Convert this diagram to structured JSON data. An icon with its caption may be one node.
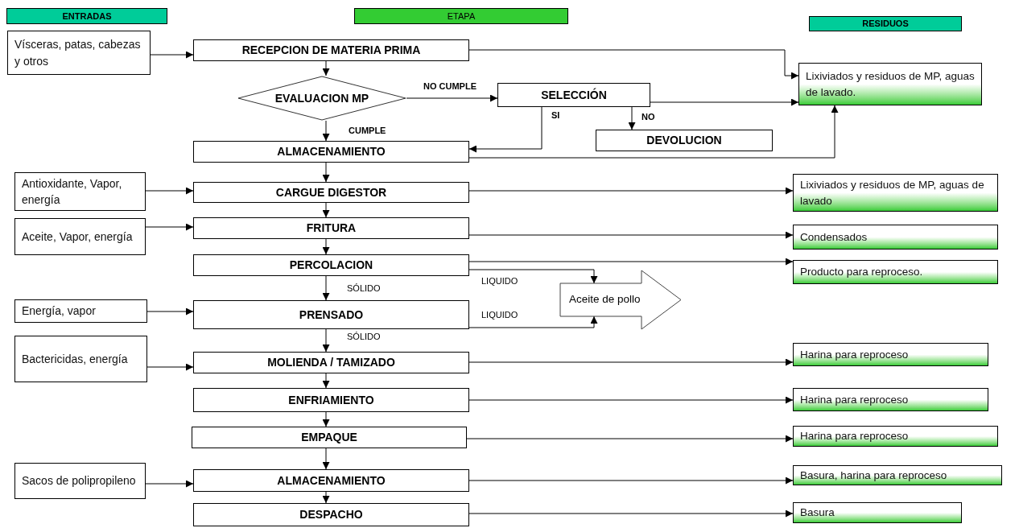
{
  "diagram": {
    "nodes": [
      {
        "text": [
          "ENTRADAS"
        ]
      },
      {
        "text": [
          "ETAPA"
        ]
      },
      {
        "text": [
          "RESIDUOS"
        ]
      },
      {
        "text": [
          "Vísceras, patas, cabezas y otros"
        ]
      },
      {
        "text": [
          "RECEPCION DE MATERIA PRIMA"
        ]
      },
      {
        "text": [
          "EVALUACION MP"
        ]
      },
      {
        "text": [
          "SELECCIÓN"
        ]
      },
      {
        "text": [
          "DEVOLUCION"
        ]
      },
      {
        "text": [
          "ALMACENAMIENTO"
        ]
      },
      {
        "text": [
          "Lixiviados y residuos de MP, aguas de lavado."
        ]
      },
      {
        "text": [
          "Antioxidante, Vapor, energía"
        ]
      },
      {
        "text": [
          "CARGUE DIGESTOR"
        ]
      },
      {
        "text": [
          "Lixiviados y residuos de MP, aguas de lavado"
        ]
      },
      {
        "text": [
          "Aceite, Vapor, energía"
        ]
      },
      {
        "text": [
          "FRITURA"
        ]
      },
      {
        "text": [
          "Condensados"
        ]
      },
      {
        "text": [
          "PERCOLACION"
        ]
      },
      {
        "text": [
          "Producto para reproceso."
        ]
      },
      {
        "text": [
          "Aceite de pollo"
        ]
      },
      {
        "text": [
          "Energía, vapor"
        ]
      },
      {
        "text": [
          "PRENSADO"
        ]
      },
      {
        "text": [
          "Bactericidas, energía"
        ]
      },
      {
        "text": [
          "MOLIENDA / TAMIZADO"
        ]
      },
      {
        "text": [
          "Harina para reproceso"
        ]
      },
      {
        "text": [
          "ENFRIAMIENTO"
        ]
      },
      {
        "text": [
          "Harina para reproceso"
        ]
      },
      {
        "text": [
          "EMPAQUE"
        ]
      },
      {
        "text": [
          "Harina para reproceso"
        ]
      },
      {
        "text": [
          "Sacos de polipropileno"
        ]
      },
      {
        "text": [
          "ALMACENAMIENTO"
        ]
      },
      {
        "text": [
          "Basura, harina para reproceso"
        ]
      },
      {
        "text": [
          "DESPACHO"
        ]
      },
      {
        "text": [
          "Basura"
        ]
      }
    ],
    "edges": [
      {
        "from": 3,
        "to": 4,
        "arrow": "to"
      },
      {
        "from": 4,
        "to": 5,
        "arrow": "to"
      },
      {
        "from": 5,
        "to": 6,
        "arrow": "to",
        "label": "NO CUMPLE"
      },
      {
        "from": 5,
        "to": 8,
        "arrow": "to",
        "label": "CUMPLE"
      },
      {
        "from": 6,
        "to": 7,
        "arrow": "to",
        "label": "NO"
      },
      {
        "from": 6,
        "to": 8,
        "arrow": "to",
        "label": "SI"
      },
      {
        "from": 4,
        "to": 9,
        "arrow": "to"
      },
      {
        "from": 6,
        "to": 9,
        "arrow": "to"
      },
      {
        "from": 8,
        "to": 9,
        "arrow": "to"
      },
      {
        "from": 10,
        "to": 11,
        "arrow": "to"
      },
      {
        "from": 8,
        "to": 11,
        "arrow": "to"
      },
      {
        "from": 11,
        "to": 12,
        "arrow": "to"
      },
      {
        "from": 11,
        "to": 14,
        "arrow": "to"
      },
      {
        "from": 13,
        "to": 14,
        "arrow": "to"
      },
      {
        "from": 14,
        "to": 15,
        "arrow": "to"
      },
      {
        "from": 14,
        "to": 16,
        "arrow": "to"
      },
      {
        "from": 16,
        "to": 17,
        "arrow": "to"
      },
      {
        "from": 16,
        "to": 18,
        "arrow": "to",
        "label": "LIQUIDO"
      },
      {
        "from": 16,
        "to": 20,
        "arrow": "to",
        "label": "SÓLIDO"
      },
      {
        "from": 19,
        "to": 20,
        "arrow": "to"
      },
      {
        "from": 20,
        "to": 18,
        "arrow": "to",
        "label": "LIQUIDO"
      },
      {
        "from": 20,
        "to": 22,
        "arrow": "to",
        "label": "SÓLIDO"
      },
      {
        "from": 21,
        "to": 22,
        "arrow": "to"
      },
      {
        "from": 22,
        "to": 23,
        "arrow": "to"
      },
      {
        "from": 22,
        "to": 24,
        "arrow": "to"
      },
      {
        "from": 24,
        "to": 25,
        "arrow": "to"
      },
      {
        "from": 24,
        "to": 26,
        "arrow": "to"
      },
      {
        "from": 26,
        "to": 27,
        "arrow": "to"
      },
      {
        "from": 26,
        "to": 29,
        "arrow": "to"
      },
      {
        "from": 28,
        "to": 29,
        "arrow": "to"
      },
      {
        "from": 29,
        "to": 30,
        "arrow": "to"
      },
      {
        "from": 29,
        "to": 31,
        "arrow": "to"
      },
      {
        "from": 31,
        "to": 32,
        "arrow": "to"
      }
    ]
  }
}
